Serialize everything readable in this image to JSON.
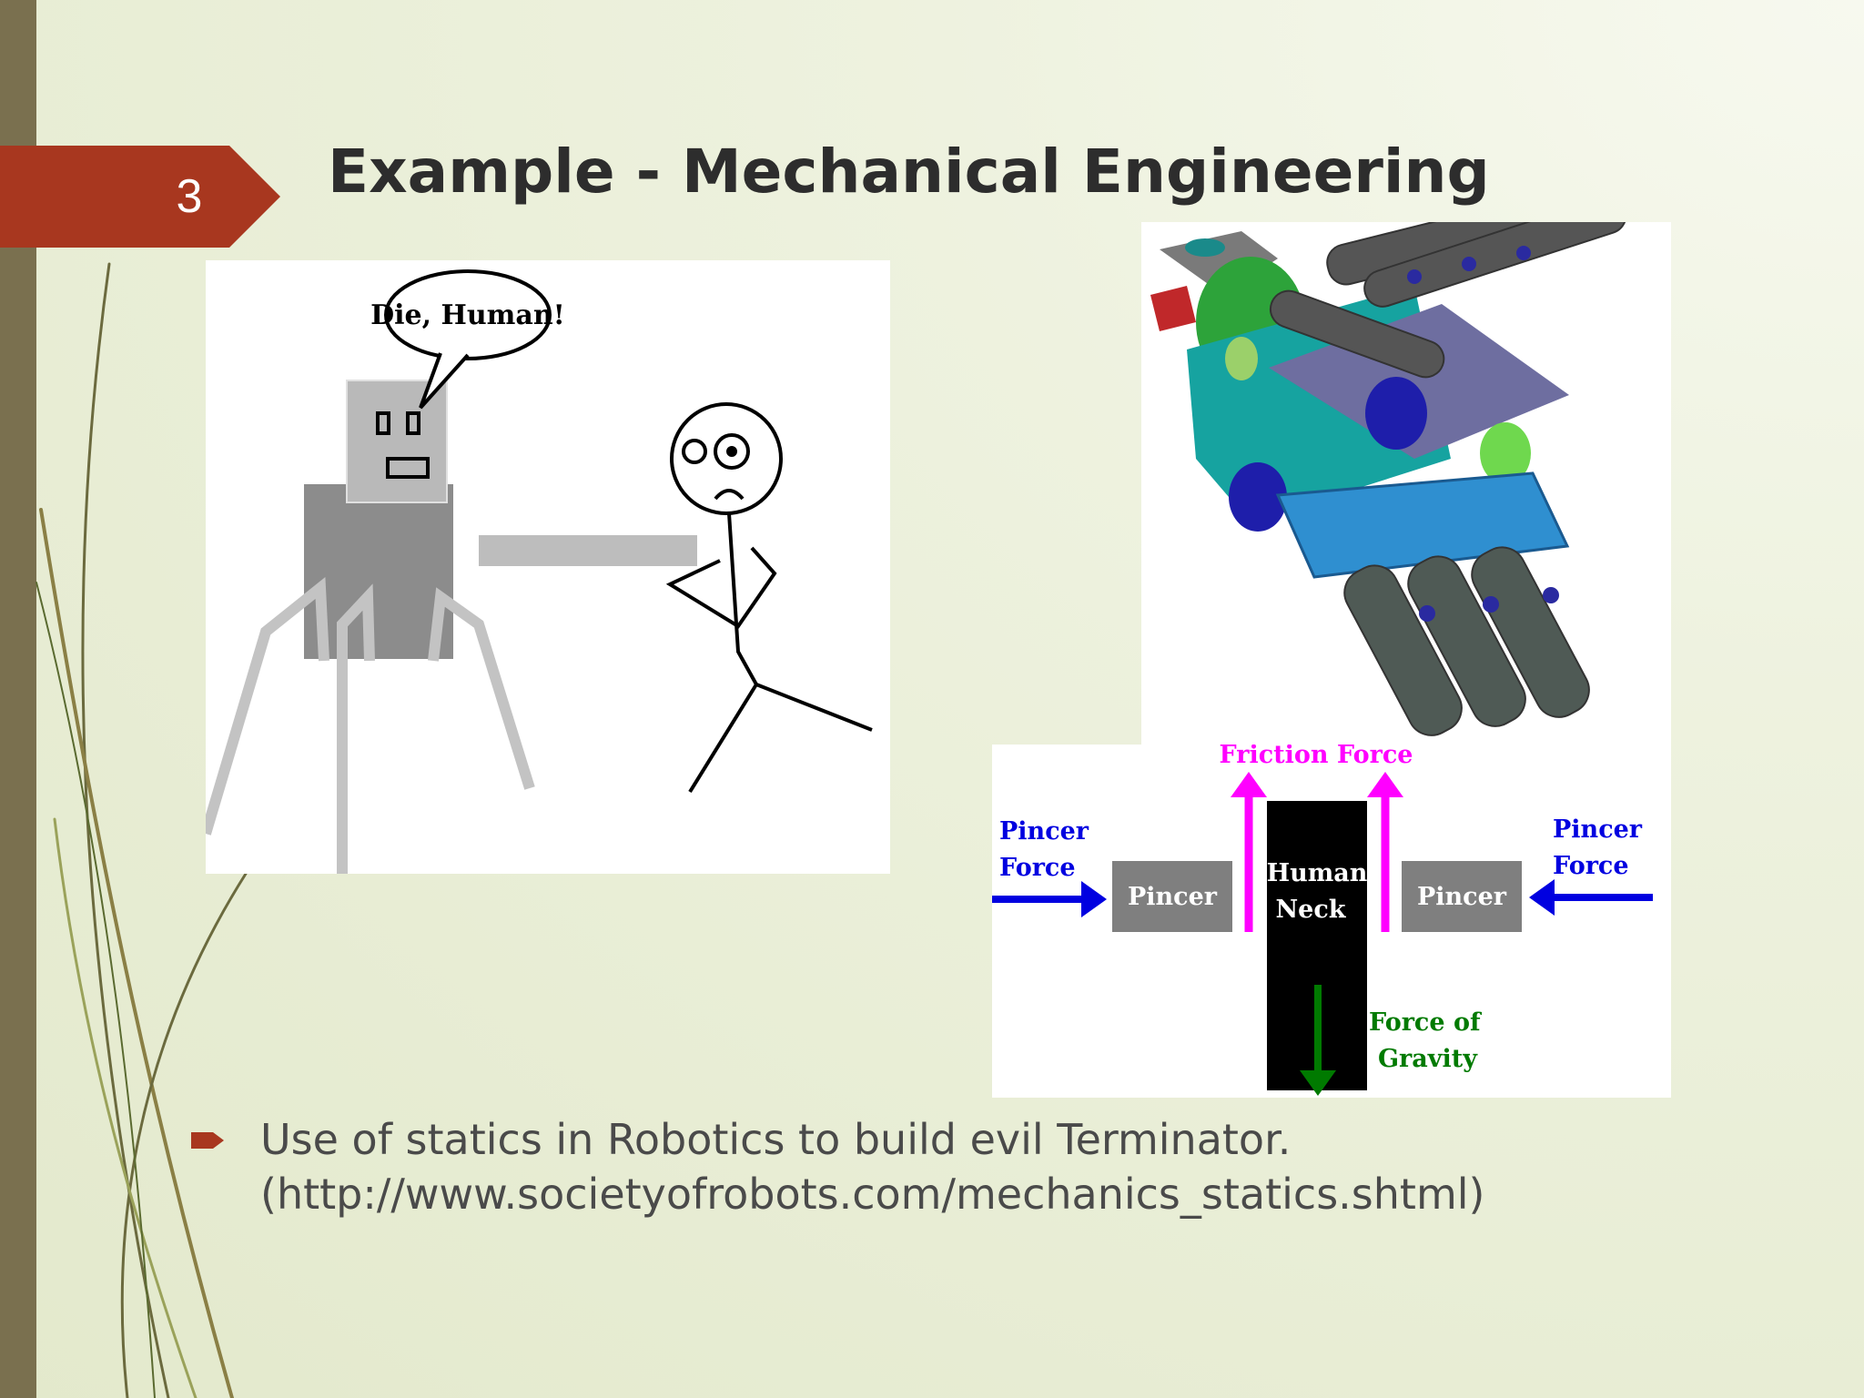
{
  "slide": {
    "number": "3",
    "title": "Example - Mechanical Engineering",
    "accent_color": "#a8371f",
    "stripe_color": "#7a704f"
  },
  "cartoon": {
    "speech": "Die, Human!"
  },
  "force_diagram": {
    "friction_label": "Friction Force",
    "left_force_line1": "Pincer",
    "left_force_line2": "Force",
    "right_force_line1": "Pincer",
    "right_force_line2": "Force",
    "left_pincer": "Pincer",
    "right_pincer": "Pincer",
    "neck_line1": "Human",
    "neck_line2": "Neck",
    "gravity_line1": "Force of",
    "gravity_line2": "Gravity"
  },
  "bullets": [
    {
      "line1": "Use of statics in Robotics to build evil Terminator.",
      "line2": "(http://www.societyofrobots.com/mechanics_statics.shtml)"
    }
  ]
}
